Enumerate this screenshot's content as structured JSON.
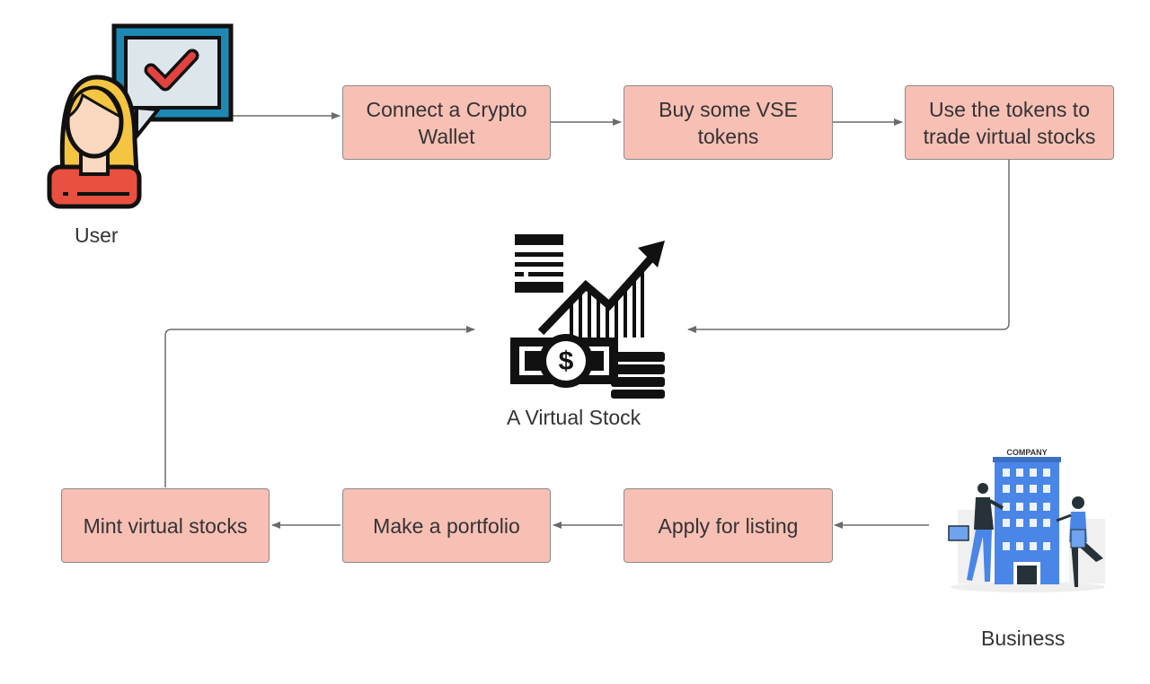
{
  "actors": {
    "user": {
      "label": "User",
      "icon": "user-chat-icon"
    },
    "business": {
      "label": "Business",
      "icon": "company-building-icon",
      "sign": "COMPANY"
    }
  },
  "center": {
    "label": "A Virtual Stock",
    "icon": "virtual-stock-icon"
  },
  "steps": {
    "connect_wallet": "Connect a Crypto Wallet",
    "buy_tokens": "Buy some VSE tokens",
    "trade_stocks": "Use the tokens to trade virtual stocks",
    "apply_listing": "Apply for listing",
    "make_portfolio": "Make a portfolio",
    "mint_stocks": "Mint virtual stocks"
  },
  "colors": {
    "box_fill": "#f8bfb4",
    "box_border": "#8a8a8a",
    "arrow": "#6b6b6b",
    "text": "#333333",
    "building": "#4a86e8"
  }
}
